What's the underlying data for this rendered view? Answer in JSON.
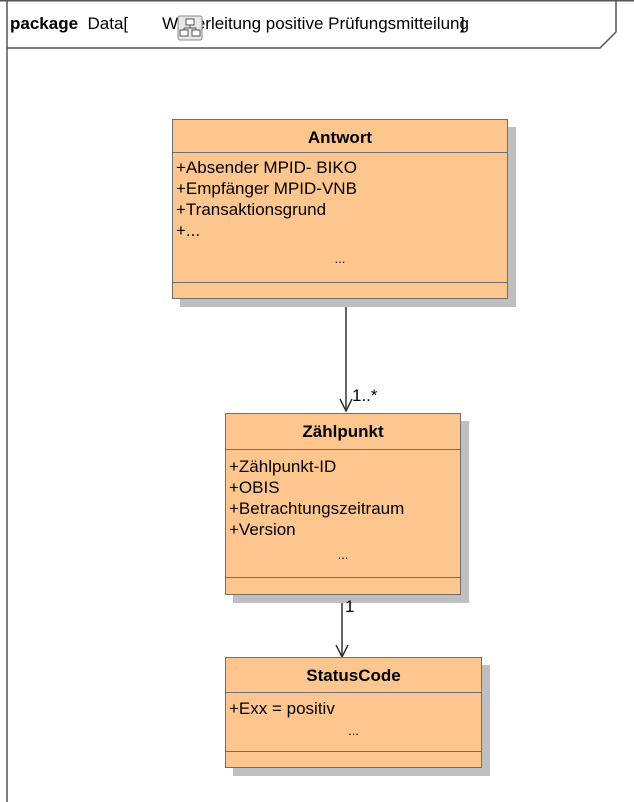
{
  "frame": {
    "keyword": "package",
    "name_prefix": "Data[",
    "title": "Weiterleitung positive Prüfungsmitteilung",
    "close_bracket": "]"
  },
  "classes": {
    "antwort": {
      "name": "Antwort",
      "attributes": [
        "+Absender MPID- BIKO",
        "+Empfänger MPID-VNB",
        "+Transaktionsgrund",
        "+..."
      ],
      "more": "..."
    },
    "zaehlpunkt": {
      "name": "Zählpunkt",
      "attributes": [
        "+Zählpunkt-ID",
        "+OBIS",
        "+Betrachtungszeitraum",
        "+Version"
      ],
      "more": "..."
    },
    "statuscode": {
      "name": "StatusCode",
      "attributes": [
        "+Exx = positiv"
      ],
      "more": "..."
    }
  },
  "associations": {
    "antwort_zaehlpunkt": {
      "multiplicity": "1..*"
    },
    "zaehlpunkt_statuscode": {
      "multiplicity": "1"
    }
  },
  "colors": {
    "class_fill": "#fdc68e",
    "border": "#6f6f6f",
    "shadow": "#bfbfbf"
  }
}
